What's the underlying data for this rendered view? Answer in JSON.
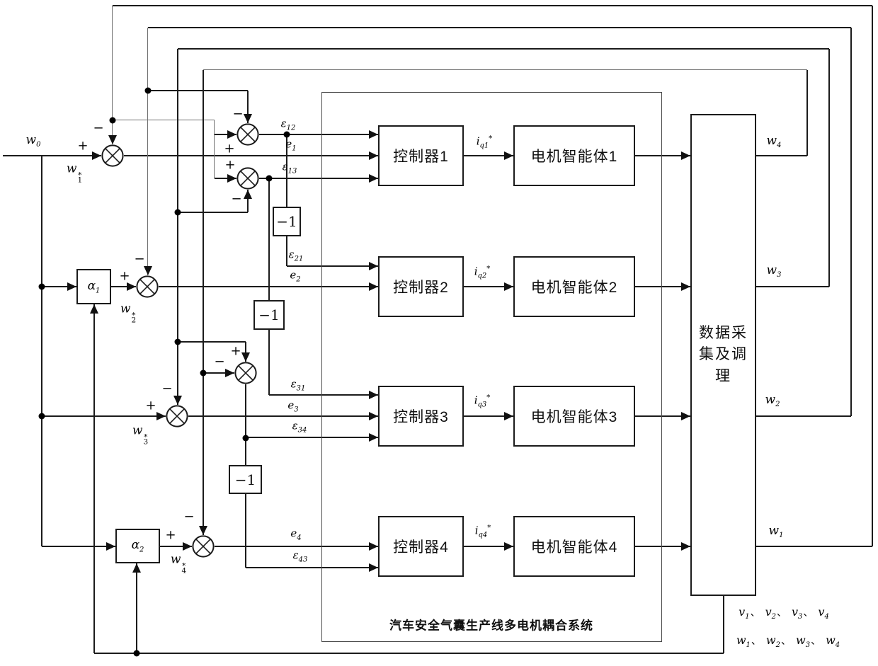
{
  "labels": {
    "w0": {
      "base": "w",
      "sub": "0"
    },
    "w1_ref": {
      "base": "w",
      "sub": "1",
      "sup": "*"
    },
    "w2_ref": {
      "base": "w",
      "sub": "2",
      "sup": "*"
    },
    "w3_ref": {
      "base": "w",
      "sub": "3",
      "sup": "*"
    },
    "w4_ref": {
      "base": "w",
      "sub": "4",
      "sup": "*"
    },
    "eps12": {
      "base": "ε",
      "sub": "12"
    },
    "eps13": {
      "base": "ε",
      "sub": "13"
    },
    "eps21": {
      "base": "ε",
      "sub": "21"
    },
    "eps31": {
      "base": "ε",
      "sub": "31"
    },
    "eps34": {
      "base": "ε",
      "sub": "34"
    },
    "eps43": {
      "base": "ε",
      "sub": "43"
    },
    "e1": {
      "base": "e",
      "sub": "1"
    },
    "e2": {
      "base": "e",
      "sub": "2"
    },
    "e3": {
      "base": "e",
      "sub": "3"
    },
    "e4": {
      "base": "e",
      "sub": "4"
    },
    "iq1": {
      "base": "i",
      "sub": "q1",
      "sup": "*"
    },
    "iq2": {
      "base": "i",
      "sub": "q2",
      "sup": "*"
    },
    "iq3": {
      "base": "i",
      "sub": "q3",
      "sup": "*"
    },
    "iq4": {
      "base": "i",
      "sub": "q4",
      "sup": "*"
    },
    "alpha1": {
      "base": "α",
      "sub": "1"
    },
    "alpha2": {
      "base": "α",
      "sub": "2"
    },
    "w4_out": {
      "base": "w",
      "sub": "4"
    },
    "w3_out": {
      "base": "w",
      "sub": "3"
    },
    "w2_out": {
      "base": "w",
      "sub": "2"
    },
    "w1_out": {
      "base": "w",
      "sub": "1"
    },
    "plus": "+",
    "minus": "−",
    "neg_one": "−1"
  },
  "blocks": {
    "controllers": [
      "控制器1",
      "控制器2",
      "控制器3",
      "控制器4"
    ],
    "agents": [
      "电机智能体1",
      "电机智能体2",
      "电机智能体3",
      "电机智能体4"
    ],
    "daq_lines": [
      "数据采",
      "集及调",
      "理"
    ],
    "daq_label": "数据采集及调理",
    "system_label": "汽车安全气囊生产线多电机耦合系统"
  },
  "bottom": {
    "separator": "、",
    "v_row": [
      {
        "base": "v",
        "sub": "1"
      },
      {
        "base": "v",
        "sub": "2"
      },
      {
        "base": "v",
        "sub": "3"
      },
      {
        "base": "v",
        "sub": "4"
      }
    ],
    "w_row": [
      {
        "base": "w",
        "sub": "1"
      },
      {
        "base": "w",
        "sub": "2"
      },
      {
        "base": "w",
        "sub": "3"
      },
      {
        "base": "w",
        "sub": "4"
      }
    ]
  }
}
